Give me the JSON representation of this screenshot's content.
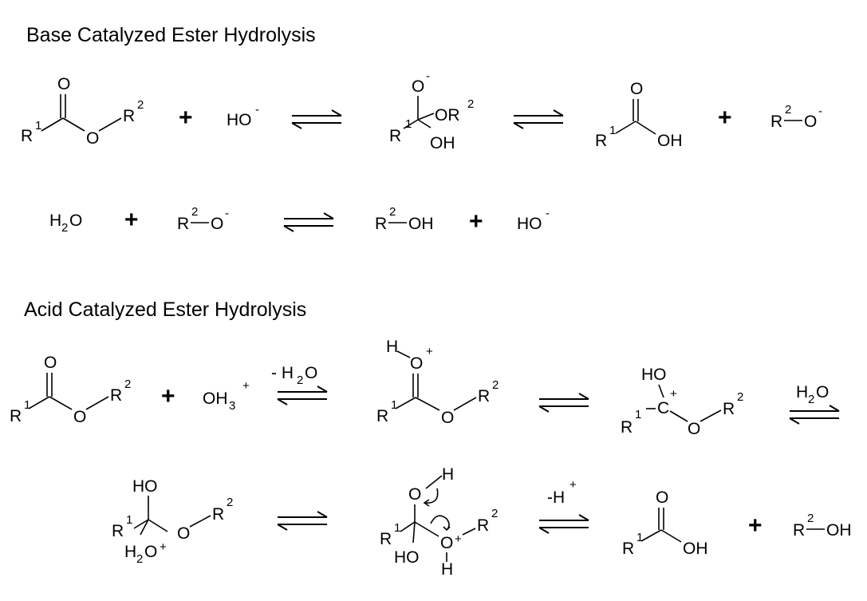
{
  "titles": {
    "base": "Base Catalyzed Ester Hydrolysis",
    "acid": "Acid Catalyzed Ester Hydrolysis"
  },
  "atoms": {
    "O": "O",
    "R": "R",
    "OH": "OH",
    "HO": "HO",
    "H": "H",
    "OR": "OR",
    "C": "C",
    "one": "1",
    "two": "2",
    "three": "3",
    "minus": "-",
    "plus_sup": "+",
    "H2O_H": "H",
    "H2O_O": "O"
  },
  "species": {
    "hydroxide": "HO",
    "hydronium": "OH",
    "plus_sign": "+"
  },
  "conditions": {
    "minus_water_prefix": "- H",
    "minus_water_suffix": "O",
    "add_water_H": "H",
    "add_water_O": "O",
    "minus_proton": "-H"
  }
}
